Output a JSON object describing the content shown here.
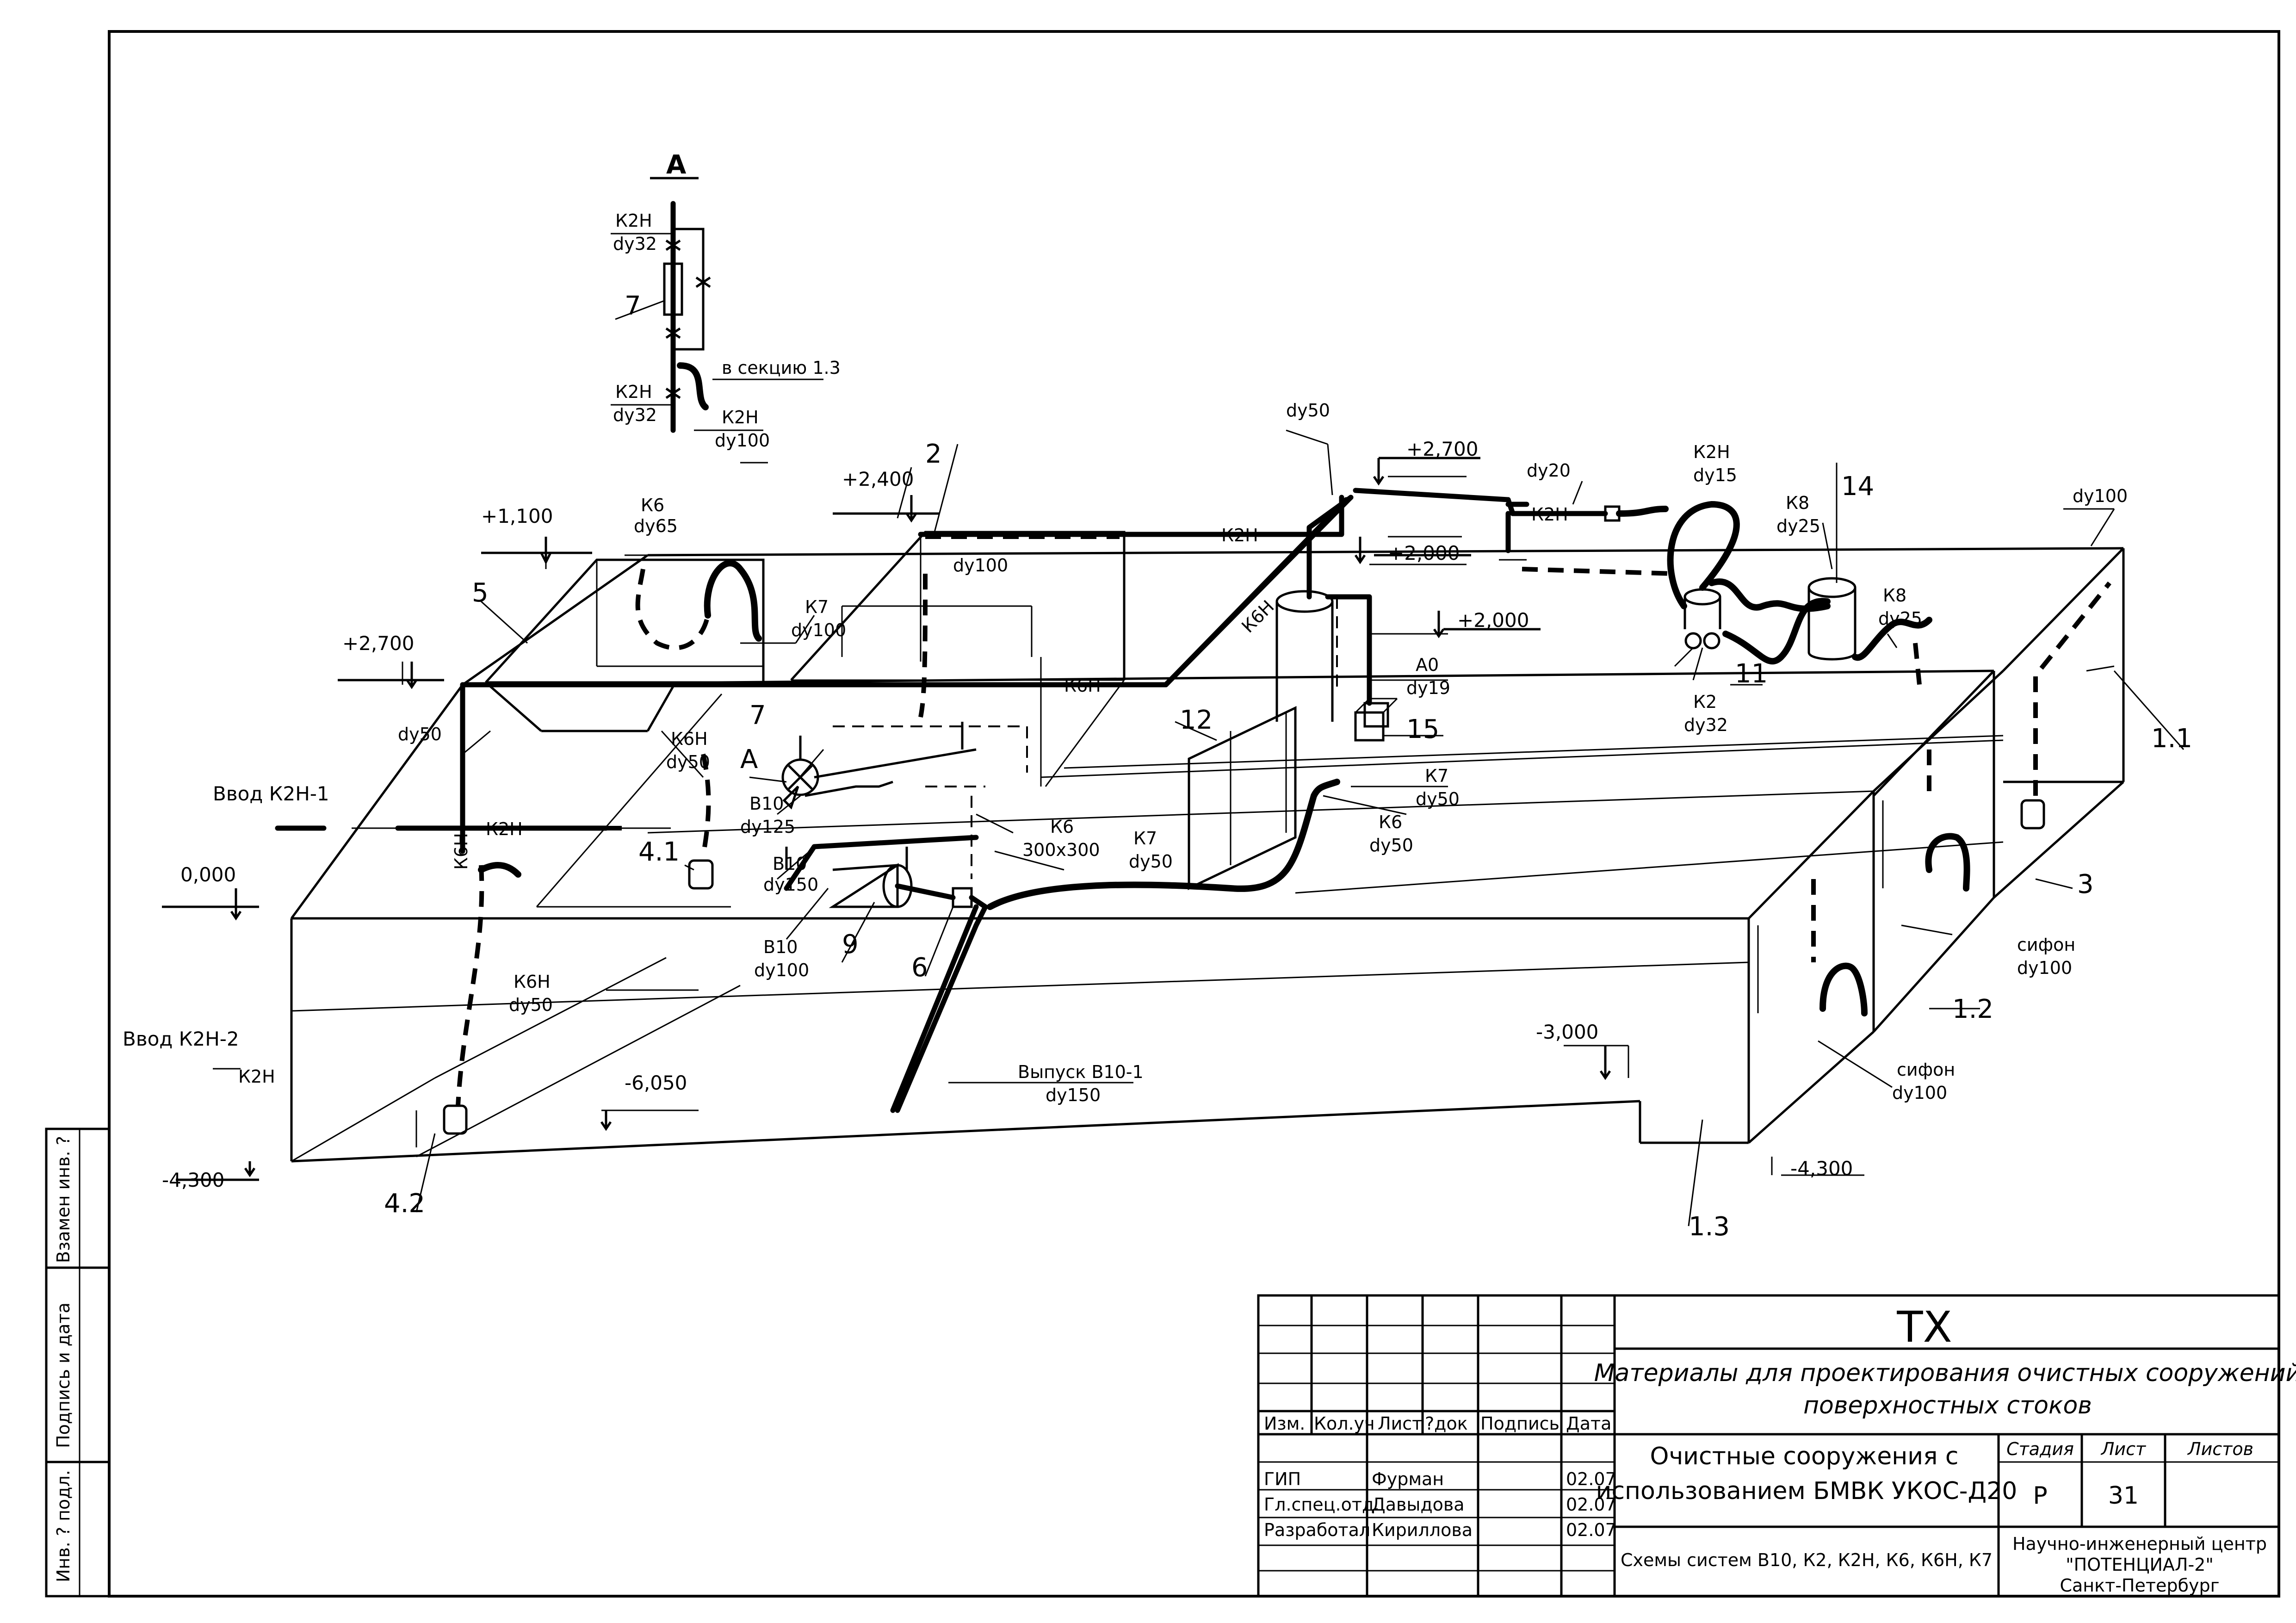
{
  "drawing": {
    "labels": {
      "detail_A_title": "А",
      "k2n_dy32_a": "К2Н",
      "dy32_a": "dy32",
      "detail_item7": "7",
      "to_section": "в секцию 1.3",
      "k2n_dy32_b": "К2Н",
      "dy32_b": "dy32",
      "k2n_dy100": "К2Н",
      "dy100_top": "dy100",
      "lvl_1100": "+1,100",
      "k6_dy65": "К6",
      "dy65": "dy65",
      "lvl_2400": "+2,400",
      "item2": "2",
      "dy100_tank": "dy100",
      "dy50_top": "dy50",
      "lvl_2700_r": "+2,700",
      "k2n_top": "К2Н",
      "k6n_diag": "К6Н",
      "lvl_2000_a": "+2,000",
      "lvl_2000_b": "+2,000",
      "dy20": "dy20",
      "k2n_dy15": "К2Н",
      "dy15": "dy15",
      "k2n_right": "К2Н",
      "k8_a": "К8",
      "dy25_a": "dy25",
      "item14": "14",
      "dy100_right": "dy100",
      "item5": "5",
      "k7_dy100": "К7",
      "dy100_k7": "dy100",
      "lvl_2700_l": "+2,700",
      "k6n_main": "К6Н",
      "a0": "А0",
      "dy19": "dy19",
      "item15": "15",
      "item11": "11",
      "k8_b": "К8",
      "dy25_b": "dy25",
      "k2_dy32": "К2",
      "dy32_c": "dy32",
      "item1_1": "1.1",
      "dy50_left": "dy50",
      "k6n_dy50": "К6Н",
      "dy50_k6n": "dy50",
      "item7": "7",
      "mark_A": "А",
      "b10_dy125": "В10",
      "dy125": "dy125",
      "item12": "12",
      "k7_dy50_a": "К7",
      "dy50_k7a": "dy50",
      "k6_300": "К6",
      "size_300": "300х300",
      "k6_dy50": "К6",
      "dy50_k6": "dy50",
      "input_k2n1": "Ввод К2Н-1",
      "k2n_mid": "К2Н",
      "k6n_vert": "К6Н",
      "item4_1": "4.1",
      "b10_dy150": "В10",
      "dy150_a": "dy150",
      "k7_dy50_b": "К7",
      "dy50_k7b": "dy50",
      "lvl_0000": "0,000",
      "b10_dy100": "В10",
      "dy100_b10": "dy100",
      "item9": "9",
      "item6": "6",
      "item3": "3",
      "siphon_a": "сифон",
      "siphon_a_dy": "dy100",
      "item1_2": "1.2",
      "k6n_dy50_low": "К6Н",
      "dy50_low": "dy50",
      "input_k2n2": "Ввод К2Н-2",
      "k2n_low": "К2Н",
      "lvl_6050": "-6,050",
      "outlet": "Выпуск В10-1",
      "outlet_dy": "dy150",
      "lvl_3000": "-3,000",
      "siphon_b": "сифон",
      "siphon_b_dy": "dy100",
      "lvl_4300_l": "-4,300",
      "lvl_4300_r": "-4,300",
      "item4_2": "4.2",
      "item1_3": "1.3"
    }
  },
  "side_stamp": {
    "inv_podl": "Инв. ? подл.",
    "podpis_data": "Подпись и дата",
    "vzamen": "Взамен инв. ?"
  },
  "title_block": {
    "col_izm": "Изм.",
    "col_koluch": "Кол.уч",
    "col_list": "Лист",
    "col_doc": "?док",
    "col_podpis": "Подпись",
    "col_data": "Дата",
    "rows": [
      {
        "role": "ГИП",
        "name": "Фурман",
        "date": "02.07"
      },
      {
        "role": "Гл.спец.отд.",
        "name": "Давыдова",
        "date": "02.07"
      },
      {
        "role": "Разработал",
        "name": "Кириллова",
        "date": "02.07"
      }
    ],
    "code": "ТХ",
    "project_line1": "Материалы для проектирования очистных сооружений",
    "project_line2": "поверхностных стоков",
    "object_line1": "Очистные сооружения с",
    "object_line2": "использованием БМВК УКОС-Д20",
    "sheet_title": "Схемы систем В10, К2, К2Н, К6, К6Н, К7",
    "stage_label": "Стадия",
    "sheet_label": "Лист",
    "sheets_label": "Листов",
    "stage_value": "Р",
    "sheet_value": "31",
    "sheets_value": "",
    "org_line1": "Научно-инженерный центр",
    "org_line2": "\"ПОТЕНЦИАЛ-2\"",
    "org_line3": "Санкт-Петербург"
  }
}
